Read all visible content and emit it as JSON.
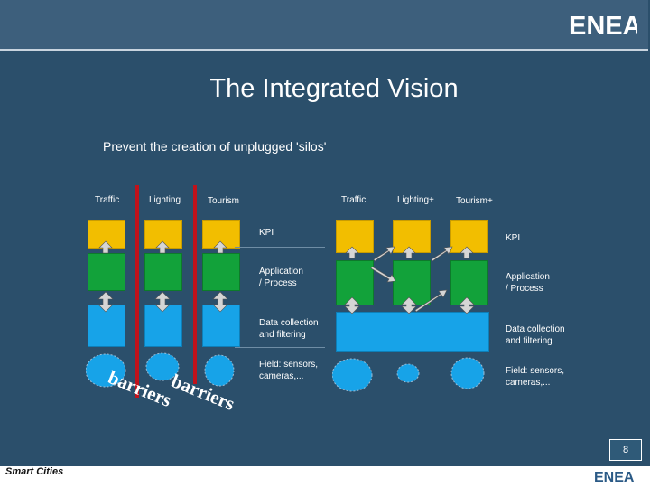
{
  "brand": {
    "logo_text": "ENEA",
    "logo_small": "ENEA"
  },
  "slide": {
    "title": "The Integrated Vision",
    "subtitle": "Prevent the creation of unplugged 'silos'",
    "page_number": "8",
    "footer": "Smart Cities"
  },
  "left_diagram": {
    "columns": [
      "Traffic",
      "Lighting",
      "Tourism"
    ],
    "layers": [
      "KPI",
      "Application\n/ Process",
      "Data collection\nand filtering",
      "Field: sensors,\ncameras,..."
    ],
    "barrier_label": "barriers"
  },
  "right_diagram": {
    "columns": [
      "Traffic",
      "Lighting+",
      "Tourism+"
    ],
    "layers": [
      "KPI",
      "Application\n/ Process",
      "Data collection\nand filtering",
      "Field: sensors,\ncameras,..."
    ]
  },
  "colors": {
    "background": "#2b4f6b",
    "kpi": "#f2be00",
    "application": "#12a23a",
    "data": "#17a3e8",
    "barrier": "#c0121b"
  }
}
